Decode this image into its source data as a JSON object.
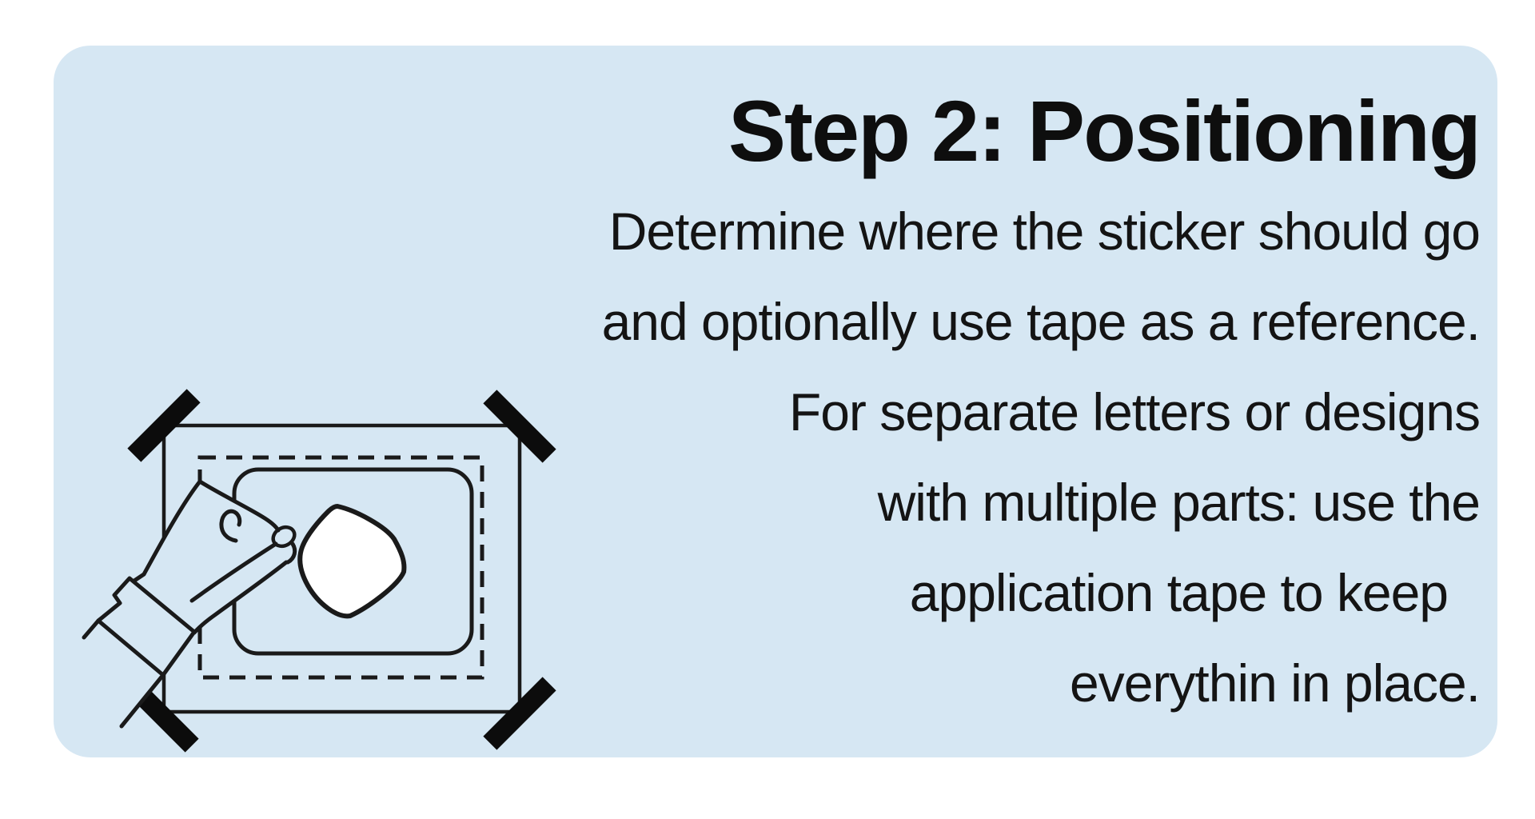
{
  "card": {
    "title": "Step 2: Positioning",
    "body_lines": [
      "Determine where the sticker should go",
      "and optionally use tape as a reference.",
      "For separate letters or designs",
      "with multiple parts: use the",
      "application tape to keep",
      "everythin in place."
    ],
    "colors": {
      "page_background": "#ffffff",
      "card_background": "#d6e7f3",
      "text": "#141414",
      "line_art": "#1a1a1a",
      "tape": "#0c0c0c",
      "sticker_design_fill": "#ffffff"
    }
  },
  "illustration": {
    "name": "hand-positioning-sticker-with-application-tape",
    "parts": [
      "backing-sheet-outline",
      "corner-tape-strips",
      "dashed-placement-guide",
      "application-tape-outline",
      "sticker-design-blob",
      "hand-pinching-sticker"
    ]
  }
}
